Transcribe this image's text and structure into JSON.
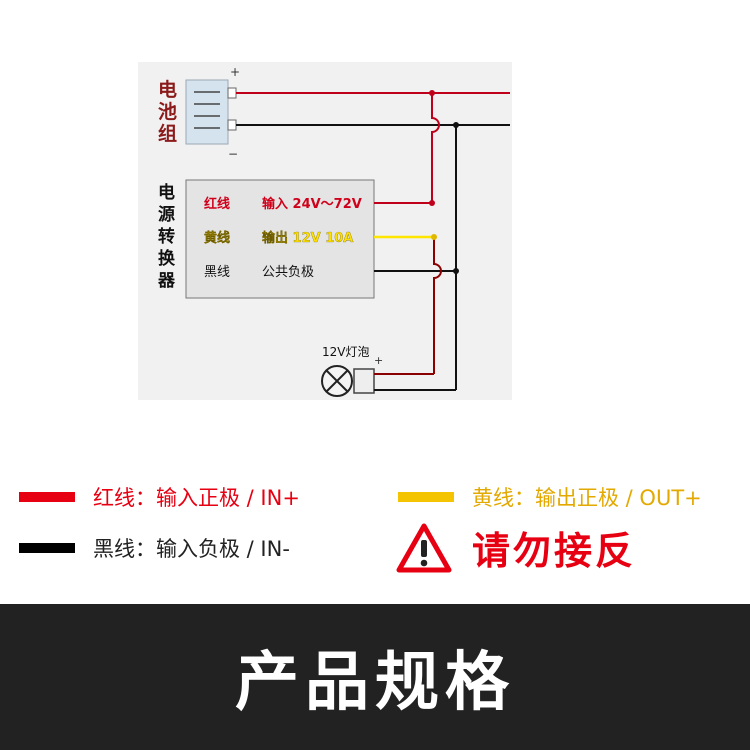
{
  "diagram": {
    "battery_label": [
      "电",
      "池",
      "组"
    ],
    "plus_sign": "+",
    "minus_sign": "−",
    "converter_label": [
      "电",
      "源",
      "转",
      "换",
      "器"
    ],
    "rows": [
      {
        "wire": "红线",
        "desc": "输入 24V～72V"
      },
      {
        "wire": "黄线",
        "desc": "输出 12V 10A"
      },
      {
        "wire": "黑线",
        "desc": "公共负极"
      }
    ],
    "bulb_label": "12V灯泡"
  },
  "legend": {
    "red": {
      "label": "红线：输入正极 / IN+",
      "color": "#e60012"
    },
    "yellow": {
      "label": "黄线：输出正极 / OUT+",
      "color": "#f5c400"
    },
    "black": {
      "label": "黑线：输入负极 / IN-",
      "color": "#000000"
    }
  },
  "warning": {
    "icon": "warning-triangle-icon",
    "text": "请勿接反",
    "color": "#e60012"
  },
  "footer": {
    "title": "产品规格"
  }
}
